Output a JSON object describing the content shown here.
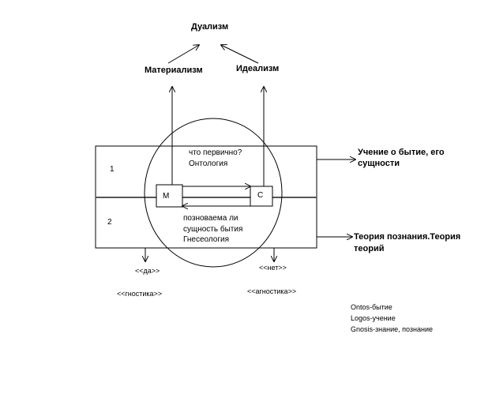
{
  "diagram": {
    "top_concept": "Дуализм",
    "left_concept": "Материализм",
    "right_concept": "Идеализм",
    "region_1": {
      "number": "1",
      "question": "что первично?",
      "discipline": "Онтология",
      "description_line1": "Учение о бытие, его",
      "description_line2": "сущности"
    },
    "region_2": {
      "number": "2",
      "question_line1": "позноваема ли",
      "question_line2": "сущность бытия",
      "discipline": "Гнесеология",
      "description_line1": "Теория познания.Теория",
      "description_line2": "теорий"
    },
    "node_m": "М",
    "node_c": "С",
    "answer_yes": "<<да>>",
    "answer_no": "<<нет>>",
    "answer_yes_term": "<<гностика>>",
    "answer_no_term": "<<агностика>>",
    "glossary": [
      "Ontos-бытие",
      "Logos-учение",
      "Gnosis-знание, познание"
    ]
  },
  "colors": {
    "line": "#000000",
    "divider": "#555555",
    "background": "#ffffff"
  }
}
